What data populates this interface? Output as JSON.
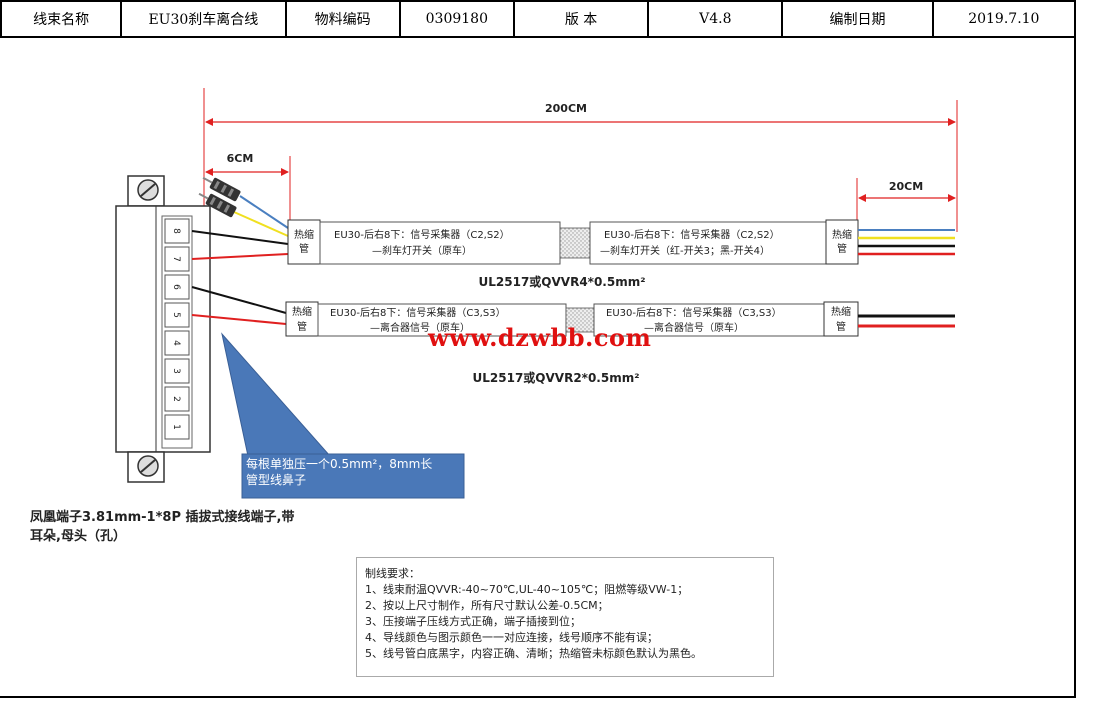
{
  "header": {
    "cells": [
      "线束名称",
      "EU30刹车离合线",
      "物料编码",
      "0309180",
      "版 本",
      "V4.8",
      "编制日期",
      "2019.7.10"
    ]
  },
  "dimensions": {
    "total": "200CM",
    "strip": "6CM",
    "tail": "20CM"
  },
  "sleeve_label": [
    "热缩",
    "管"
  ],
  "harness_top": {
    "label_left": [
      "EU30-后右8下：信号采集器（C2,S2）",
      "—刹车灯开关（原车）"
    ],
    "label_right": [
      "EU30-后右8下：信号采集器（C2,S2）",
      "—刹车灯开关（红-开关3；黑-开关4）"
    ],
    "spec": "UL2517或QVVR4*0.5mm²"
  },
  "harness_bottom": {
    "label_left": [
      "EU30-后右8下：信号采集器（C3,S3）",
      "—离合器信号（原车）"
    ],
    "label_right": [
      "EU30-后右8下：信号采集器（C3,S3）",
      "—离合器信号（原车）"
    ],
    "spec": "UL2517或QVVR2*0.5mm²"
  },
  "connector": {
    "pins": [
      "8",
      "7",
      "6",
      "5",
      "4",
      "3",
      "2",
      "1"
    ],
    "description_1": "凤凰端子3.81mm-1*8P 插拔式接线端子,带",
    "description_2": "耳朵,母头（孔）"
  },
  "callout": {
    "line1": "每根单独压一个0.5mm²，8mm长",
    "line2": "管型线鼻子"
  },
  "watermark": "www.dzwbb.com",
  "notes": {
    "title": "制线要求：",
    "items": [
      "1、线束耐温QVVR:-40~70℃,UL-40~105℃；阻燃等级VW-1；",
      "2、按以上尺寸制作，所有尺寸默认公差-0.5CM；",
      "3、压接端子压线方式正确，端子插接到位；",
      "4、导线颜色与图示颜色一一对应连接，线号顺序不能有误；",
      "5、线号管白底黑字，内容正确、清晰；热缩管未标颜色默认为黑色。"
    ]
  },
  "colors": {
    "red": "#e02020",
    "black": "#111111",
    "blue": "#4a7fc0",
    "yellow": "#f0e020",
    "callout": "#4a78b8"
  }
}
